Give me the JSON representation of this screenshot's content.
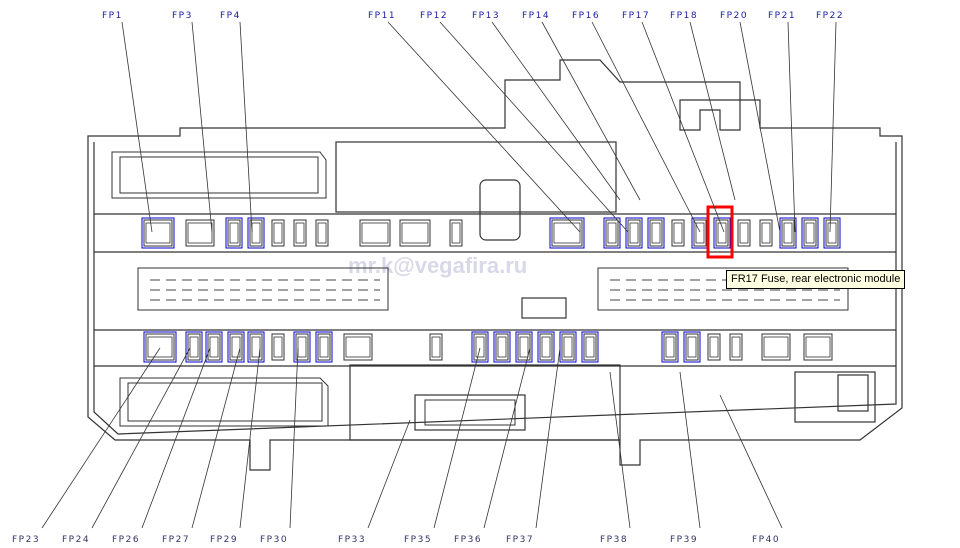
{
  "top_labels": [
    "FP1",
    "FP3",
    "FP4",
    "FP11",
    "FP12",
    "FP13",
    "FP14",
    "FP16",
    "FP17",
    "FP18",
    "FP20",
    "FP21",
    "FP22"
  ],
  "bottom_labels": [
    "FP23",
    "FP24",
    "FP26",
    "FP27",
    "FP29",
    "FP30",
    "FP33",
    "FP35",
    "FP36",
    "FP37",
    "FP38",
    "FP39",
    "FP40"
  ],
  "tooltip": "FR17 Fuse, rear electronic module",
  "watermark": "mr.k@vegafira.ru",
  "colors": {
    "line": "#333333",
    "fuse_highlight": "#0000cc",
    "selected": "#ff0000",
    "tooltip_bg": "#ffffe1"
  }
}
